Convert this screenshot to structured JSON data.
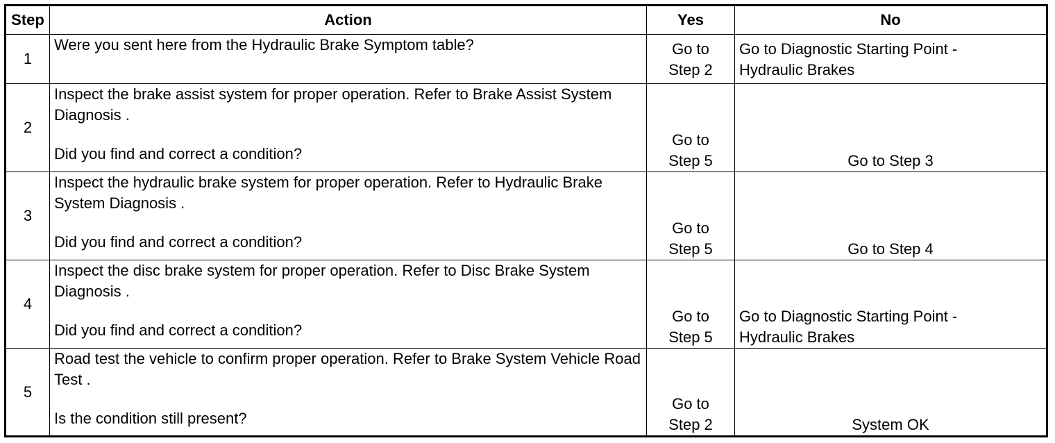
{
  "headers": {
    "step": "Step",
    "action": "Action",
    "yes": "Yes",
    "no": "No"
  },
  "rows": [
    {
      "step": "1",
      "action": "Were you sent here from the Hydraulic Brake Symptom table?",
      "question": "",
      "yes_line1": "Go to",
      "yes_line2": "Step 2",
      "no_line1": "Go to Diagnostic Starting Point -",
      "no_line2": "Hydraulic Brakes"
    },
    {
      "step": "2",
      "action": "Inspect the brake assist system for proper operation. Refer to Brake Assist System Diagnosis .",
      "question": "Did you find and correct a condition?",
      "yes_line1": "Go to",
      "yes_line2": "Step 5",
      "no_line1": "Go to Step 3",
      "no_line2": ""
    },
    {
      "step": "3",
      "action": "Inspect the hydraulic brake system for proper operation. Refer to Hydraulic Brake System Diagnosis .",
      "question": "Did you find and correct a condition?",
      "yes_line1": "Go to",
      "yes_line2": "Step 5",
      "no_line1": "Go to Step 4",
      "no_line2": ""
    },
    {
      "step": "4",
      "action": "Inspect the disc brake system for proper operation. Refer to Disc Brake System Diagnosis .",
      "question": "Did you find and correct a condition?",
      "yes_line1": "Go to",
      "yes_line2": "Step 5",
      "no_line1": "Go to Diagnostic Starting Point -",
      "no_line2": "Hydraulic Brakes"
    },
    {
      "step": "5",
      "action": "Road test the vehicle to confirm proper operation. Refer to Brake System Vehicle Road Test .",
      "question": "Is the condition still present?",
      "yes_line1": "Go to",
      "yes_line2": "Step 2",
      "no_line1": "System OK",
      "no_line2": ""
    }
  ]
}
